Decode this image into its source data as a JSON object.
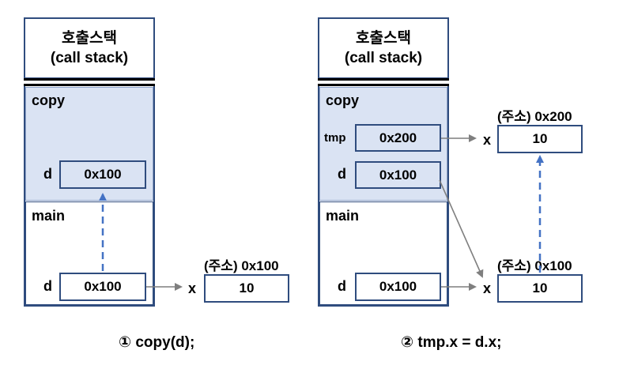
{
  "panel1": {
    "header_line1": "호출스택",
    "header_line2": "(call stack)",
    "copy_label": "copy",
    "main_label": "main",
    "copy_d_name": "d",
    "copy_d_value": "0x100",
    "main_d_name": "d",
    "main_d_value": "0x100",
    "heap_address": "(주소) 0x100",
    "heap_field": "x",
    "heap_value": "10",
    "caption": "① copy(d);"
  },
  "panel2": {
    "header_line1": "호출스택",
    "header_line2": "(call stack)",
    "copy_label": "copy",
    "main_label": "main",
    "tmp_name": "tmp",
    "tmp_value": "0x200",
    "copy_d_name": "d",
    "copy_d_value": "0x100",
    "main_d_name": "d",
    "main_d_value": "0x100",
    "heap_top_address": "(주소) 0x200",
    "heap_top_field": "x",
    "heap_top_value": "10",
    "heap_bottom_address": "(주소) 0x100",
    "heap_bottom_field": "x",
    "heap_bottom_value": "10",
    "caption": "② tmp.x = d.x;"
  },
  "colors": {
    "border": "#2F4C7E",
    "copy_frame_fill": "#DAE3F3",
    "dashed_arrow": "#4472C4",
    "solid_arrow": "#7F7F7F"
  }
}
